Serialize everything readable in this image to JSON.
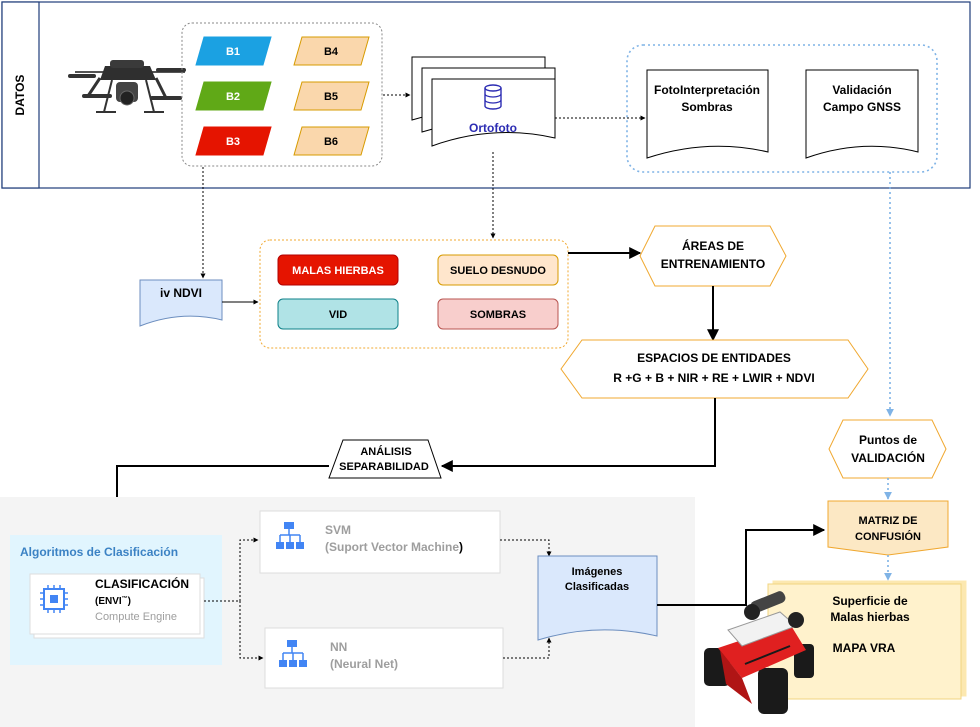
{
  "datos": {
    "label": "DATOS"
  },
  "bands": [
    {
      "label": "B1",
      "color": "#1ba1e2"
    },
    {
      "label": "B2",
      "color": "#60a917"
    },
    {
      "label": "B3",
      "color": "#e51400"
    },
    {
      "label": "B4",
      "color": "#fad7ac"
    },
    {
      "label": "B5",
      "color": "#fad7ac"
    },
    {
      "label": "B6",
      "color": "#fad7ac"
    }
  ],
  "ortofoto": {
    "label": "Ortofoto"
  },
  "validation_docs": {
    "foto_line1": "FotoInterpretación",
    "foto_line2": "Sombras",
    "gnss_line1": "Validación",
    "gnss_line2": "Campo GNSS"
  },
  "ndvi": {
    "label": "iv NDVI"
  },
  "classes": [
    {
      "label": "MALAS HIERBAS",
      "fill": "#e51400",
      "stroke": "#b20000",
      "text": "#ffffff"
    },
    {
      "label": "SUELO DESNUDO",
      "fill": "#ffe6cc",
      "stroke": "#d79b00",
      "text": "#000000"
    },
    {
      "label": "VID",
      "fill": "#b0e3e6",
      "stroke": "#0e8088",
      "text": "#000000"
    },
    {
      "label": "SOMBRAS",
      "fill": "#f8cecc",
      "stroke": "#b85450",
      "text": "#000000"
    }
  ],
  "areas": {
    "line1": "ÁREAS DE",
    "line2": "ENTRENAMIENTO"
  },
  "espacios": {
    "line1": "ESPACIOS DE ENTIDADES",
    "line2": "R +G + B + NIR + RE + LWIR + NDVI"
  },
  "puntos": {
    "line1": "Puntos de",
    "line2": "VALIDACIÓN"
  },
  "analisis": {
    "line1": "ANÁLISIS",
    "line2": "SEPARABILIDAD"
  },
  "algoritmos": {
    "title": "Algoritmos de Clasificación"
  },
  "clasificacion": {
    "line1": "CLASIFICACIÓN",
    "line2": "(ENVI",
    "sup": "™",
    "line2_end": ")",
    "line3": "Compute Engine"
  },
  "svm": {
    "line1": "SVM",
    "line2": "(Suport Vector Machine",
    "line2_end": ")"
  },
  "nn": {
    "line1": "NN",
    "line2": "(Neural Net)"
  },
  "imagenes": {
    "line1": "Imágenes",
    "line2": "Clasificadas"
  },
  "matriz": {
    "line1": "MATRIZ DE",
    "line2": "CONFUSIÓN"
  },
  "superficie": {
    "line1": "Superficie de",
    "line2": "Malas hierbas",
    "line3": "MAPA VRA"
  },
  "colors": {
    "frame": "#1f3d7a",
    "orange": "#f0a830",
    "blue_dash": "#7fb3e6",
    "doc_blue": "#dae8fc",
    "doc_blue_stroke": "#6c8ebf",
    "cloud_panel": "#f4f4f4",
    "algo_panel": "#e1f5fe",
    "matriz_fill": "#fce8c4",
    "superficie_fill": "#fff2cc",
    "gray_text": "#9e9e9e",
    "icon_blue": "#4285f4"
  }
}
